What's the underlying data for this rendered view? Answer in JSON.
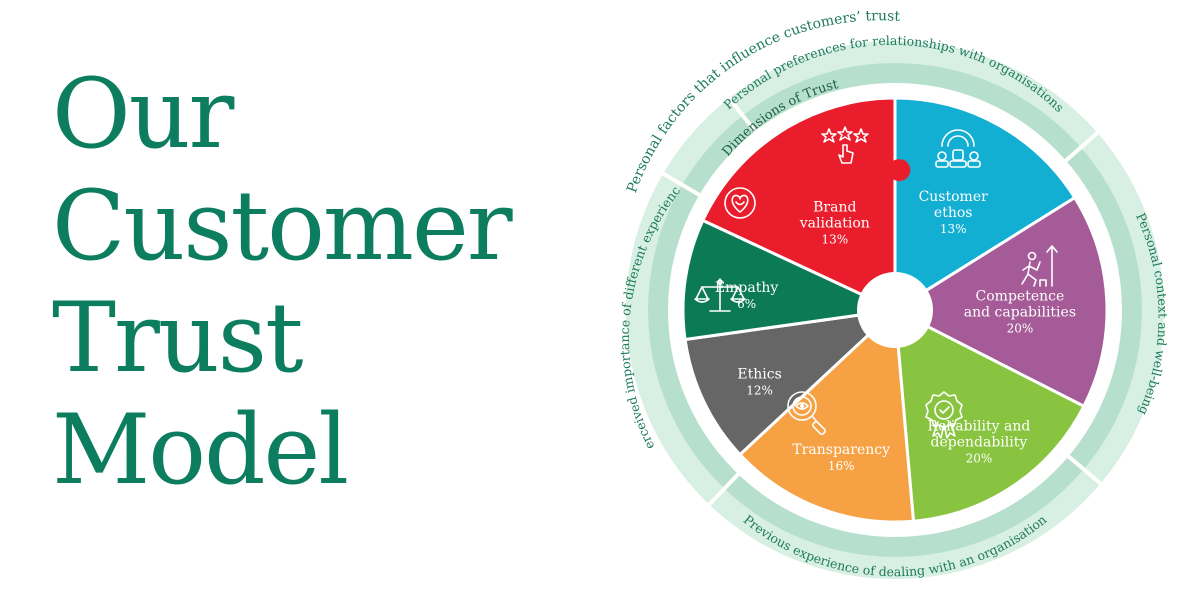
{
  "title": {
    "lines": [
      "Our",
      "Customer",
      "Trust",
      "Model"
    ]
  },
  "colors": {
    "title": "#0c7d5f",
    "ring_outer": "#d8efe4",
    "ring_middle": "#b6e0cd",
    "ring_text": "#1d7a5d"
  },
  "rings": {
    "outer_label": "Personal factors that influence customers’ trust",
    "preferences": "Personal preferences for relationships with organisations",
    "context": "Personal context and well-being",
    "experience": "Previous experience of dealing with an organisation",
    "importance": "Perceived importance of different experiences",
    "dimensions": "Dimensions of Trust"
  },
  "segments": [
    {
      "label": [
        "Customer",
        "ethos"
      ],
      "pct": "13%",
      "color": "#12afd3",
      "icon": "people-icon"
    },
    {
      "label": [
        "Competence",
        "and capabilities"
      ],
      "pct": "20%",
      "color": "#a45b97",
      "icon": "climber-icon"
    },
    {
      "label": [
        "Reliability and",
        "dependability"
      ],
      "pct": "20%",
      "color": "#88c43f",
      "icon": "rosette-icon"
    },
    {
      "label": [
        "Transparency"
      ],
      "pct": "16%",
      "color": "#f6a244",
      "icon": "magnifier-icon"
    },
    {
      "label": [
        "Ethics"
      ],
      "pct": "12%",
      "color": "#666666",
      "icon": "scales-icon"
    },
    {
      "label": [
        "Empathy"
      ],
      "pct": "6%",
      "color": "#0c7a55",
      "icon": "heart-icon"
    },
    {
      "label": [
        "Brand",
        "validation"
      ],
      "pct": "13%",
      "color": "#ea1d2c",
      "icon": "stars-icon"
    }
  ]
}
